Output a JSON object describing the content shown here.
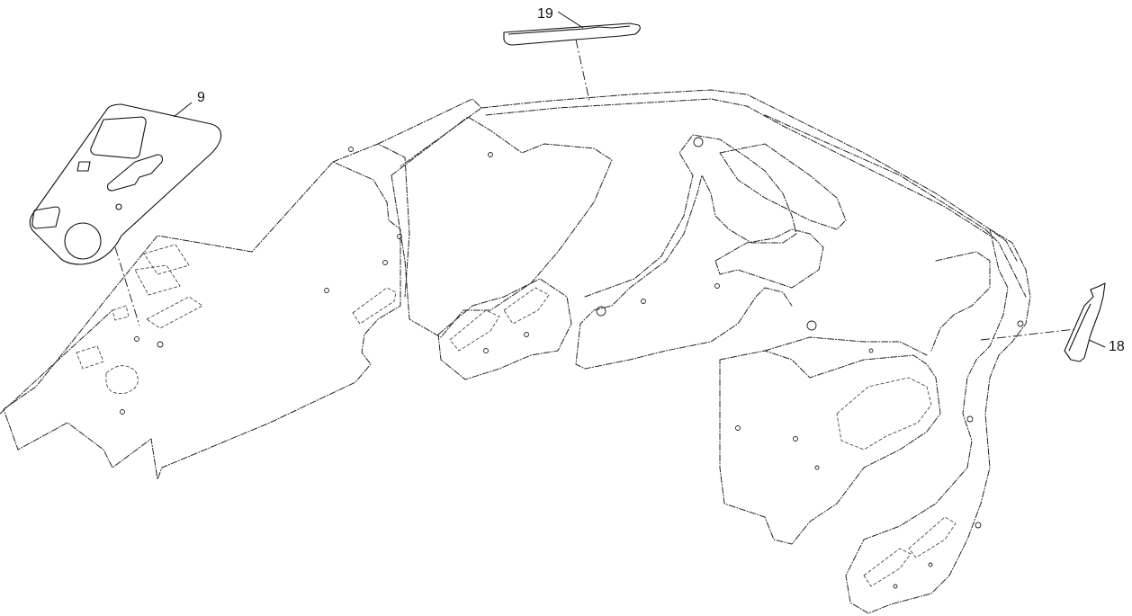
{
  "callouts": {
    "c9": "9",
    "c19": "19",
    "c18": "18"
  }
}
